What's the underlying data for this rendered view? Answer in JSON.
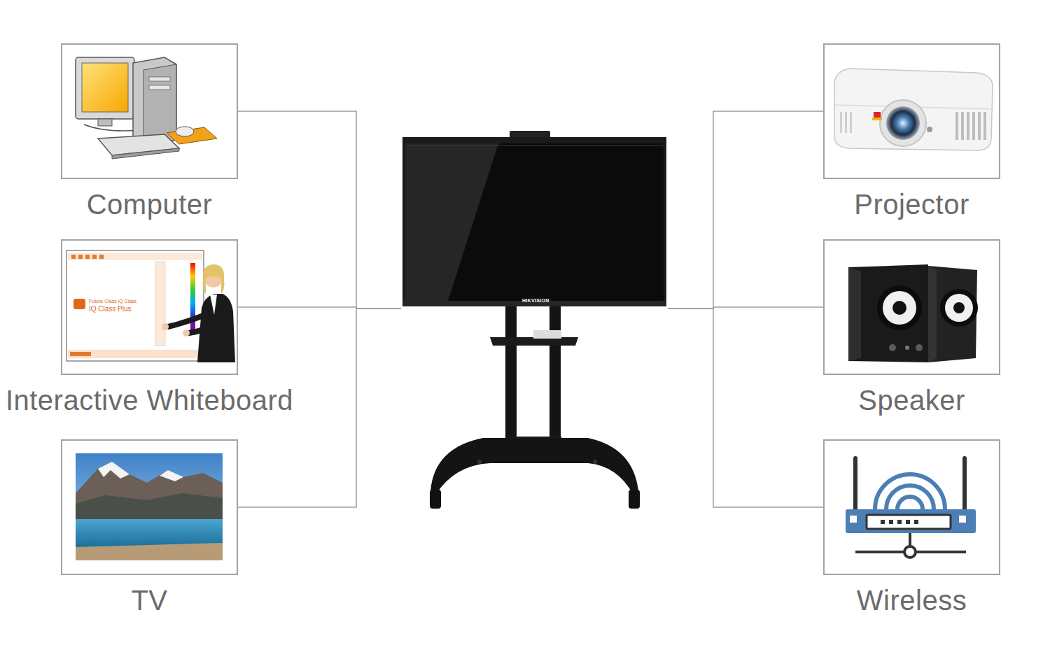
{
  "diagram": {
    "nodes": [
      {
        "text": [
          "Computer"
        ]
      },
      {
        "text": [
          "Interactive Whiteboard"
        ]
      },
      {
        "text": [
          "TV"
        ]
      },
      {
        "text": [
          "HIKVISION"
        ]
      },
      {
        "text": [
          "Projector"
        ]
      },
      {
        "text": [
          "Speaker"
        ]
      },
      {
        "text": [
          "Wireless"
        ]
      }
    ],
    "edges": [
      {
        "from": 0,
        "to": 3,
        "arrow": "none"
      },
      {
        "from": 1,
        "to": 3,
        "arrow": "none"
      },
      {
        "from": 2,
        "to": 3,
        "arrow": "none"
      },
      {
        "from": 3,
        "to": 4,
        "arrow": "none"
      },
      {
        "from": 3,
        "to": 5,
        "arrow": "none"
      },
      {
        "from": 3,
        "to": 6,
        "arrow": "none"
      }
    ],
    "labels": [
      "Future Class iQ Class",
      "IQ Class Plus"
    ]
  }
}
